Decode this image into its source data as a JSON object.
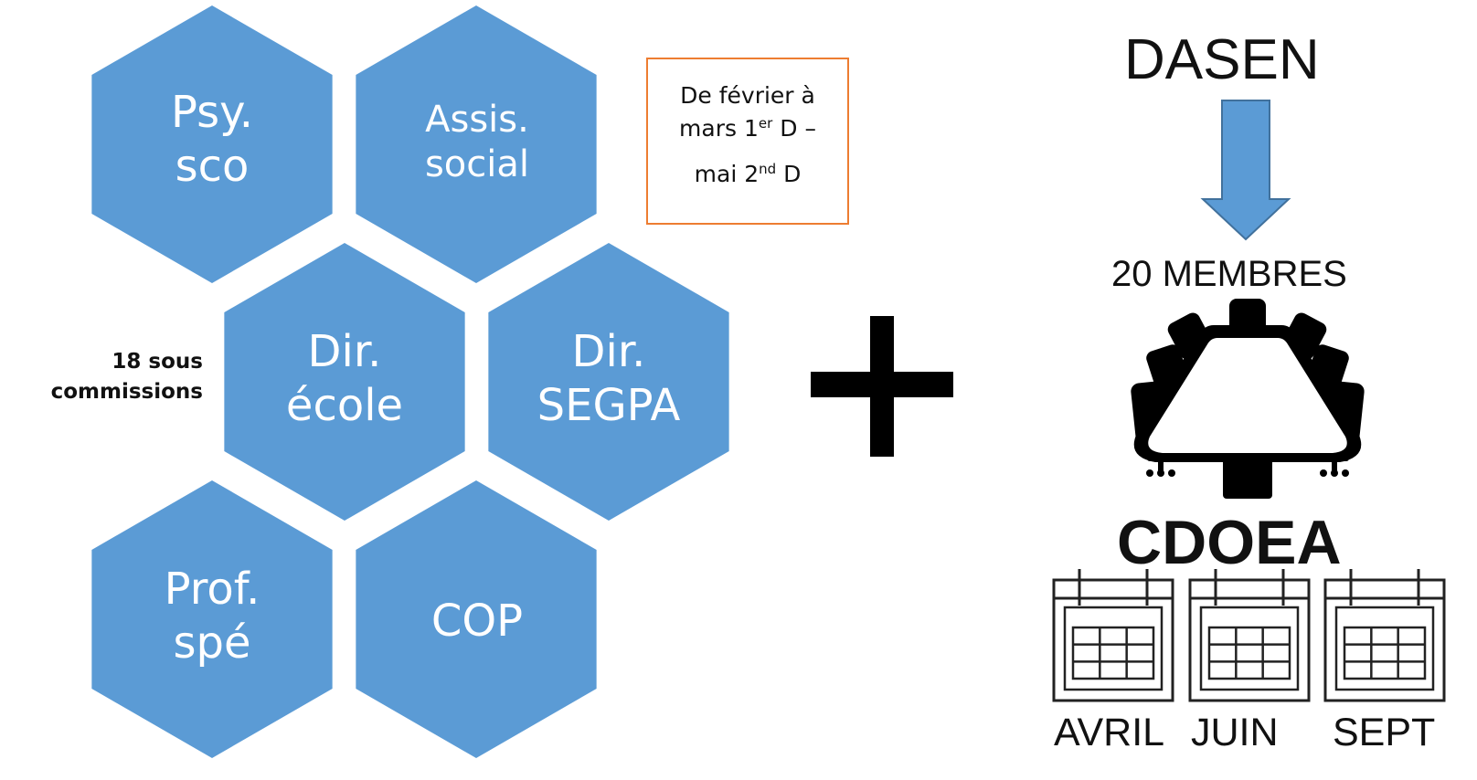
{
  "colors": {
    "hexagon": "#5B9BD5",
    "hexagon_text": "#FFFFFF",
    "note_border": "#ED7D31",
    "arrow": "#5B9BD5",
    "text": "#111111"
  },
  "hexagons": [
    {
      "lines": [
        "Psy.",
        "sco"
      ]
    },
    {
      "lines": [
        "Assis.",
        "social"
      ]
    },
    {
      "lines": [
        "Dir.",
        "école"
      ]
    },
    {
      "lines": [
        "Dir.",
        "SEGPA"
      ]
    },
    {
      "lines": [
        "Prof.",
        "spé"
      ]
    },
    {
      "lines": [
        "COP"
      ]
    }
  ],
  "note": {
    "line1": "De février à",
    "line2_pre": "mars 1",
    "line2_sup": "er",
    "line2_post": " D –",
    "line3_pre": "mai 2",
    "line3_sup": "nd",
    "line3_post": " D"
  },
  "sub_commissions": {
    "line1": "18 sous",
    "line2": "commissions"
  },
  "plus_symbol": "+",
  "right": {
    "top_label": "DASEN",
    "members_label": "20 MEMBRES",
    "table_icon": "conference-table-icon",
    "committee_label": "CDOEA",
    "calendar_icon": "calendar-icon",
    "months": [
      "AVRIL",
      "JUIN",
      "SEPT"
    ]
  }
}
